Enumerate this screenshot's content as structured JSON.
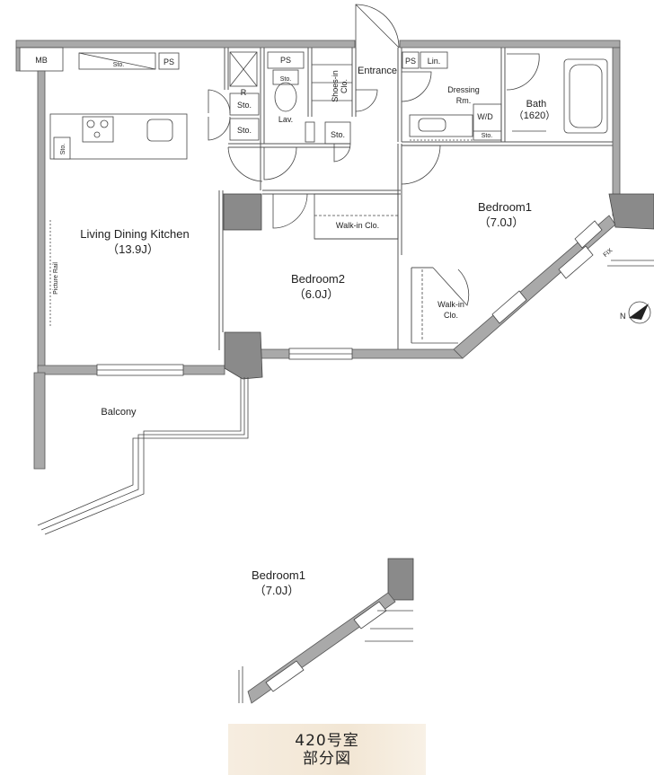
{
  "rooms": {
    "ldk": {
      "name": "Living Dining Kitchen",
      "size": "（13.9J）"
    },
    "bedroom1": {
      "name": "Bedroom1",
      "size": "（7.0J）"
    },
    "bedroom2": {
      "name": "Bedroom2",
      "size": "（6.0J）"
    },
    "balcony": "Balcony",
    "entrance": "Entrance",
    "dressing": {
      "line1": "Dressing",
      "line2": "Rm."
    },
    "bath": {
      "name": "Bath",
      "size": "（1620）"
    },
    "lav": "Lav.",
    "shoes_clo": {
      "line1": "Shoes-in",
      "line2": "Clo."
    },
    "walkin_clo_bed2": "Walk-in Clo.",
    "walkin_clo_bed1": {
      "line1": "Walk-in",
      "line2": "Clo."
    }
  },
  "fixtures": {
    "mb": "MB",
    "ps": "PS",
    "sto": "Sto.",
    "lin": "Lin.",
    "wd": "W/D",
    "r": "R",
    "fix": "FIX",
    "picture_rail": "Picture Rail"
  },
  "detail": {
    "name": "Bedroom1",
    "size": "（7.0J）"
  },
  "caption": {
    "line1": "420号室",
    "line2": "部分図"
  },
  "icons": {
    "compass": "north-arrow-icon"
  },
  "colors": {
    "wall": "#a9a9a9",
    "pillar": "#8a8a8a",
    "caption_bg": "#f4eadb"
  }
}
